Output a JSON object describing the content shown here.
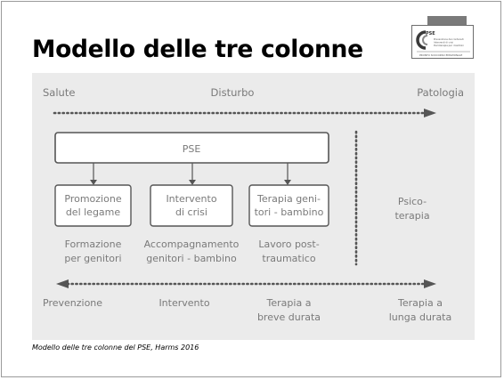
{
  "slide": {
    "title": "Modello delle tre colonne",
    "caption": "Modello delle tre colonne del PSE, Harms 2016"
  },
  "logo": {
    "mark": "PSE",
    "lines": [
      "Prevenzione dei contenuti",
      "Interventi di crisi",
      "Psicoterapia per i bambini"
    ],
    "footer": "PRONTO SOCCORSO EMOZIONALE"
  },
  "diagram": {
    "top_axis": {
      "left": "Salute",
      "middle": "Disturbo",
      "right": "Patologia"
    },
    "pse_label": "PSE",
    "boxes": [
      {
        "lines": [
          "Promozione",
          "del legame"
        ]
      },
      {
        "lines": [
          "Intervento",
          "di crisi"
        ]
      },
      {
        "lines": [
          "Terapia geni-",
          "tori - bambino"
        ]
      }
    ],
    "under_boxes": [
      {
        "lines": [
          "Formazione",
          "per genitori"
        ]
      },
      {
        "lines": [
          "Accompagnamento",
          "genitori - bambino"
        ]
      },
      {
        "lines": [
          "Lavoro post-",
          "traumatico"
        ]
      }
    ],
    "side_label": {
      "lines": [
        "Psico-",
        "terapia"
      ]
    },
    "bottom_axis": [
      {
        "lines": [
          "Prevenzione"
        ]
      },
      {
        "lines": [
          "Intervento"
        ]
      },
      {
        "lines": [
          "Terapia a",
          "breve durata"
        ]
      },
      {
        "lines": [
          "Terapia a",
          "lunga durata"
        ]
      }
    ]
  }
}
